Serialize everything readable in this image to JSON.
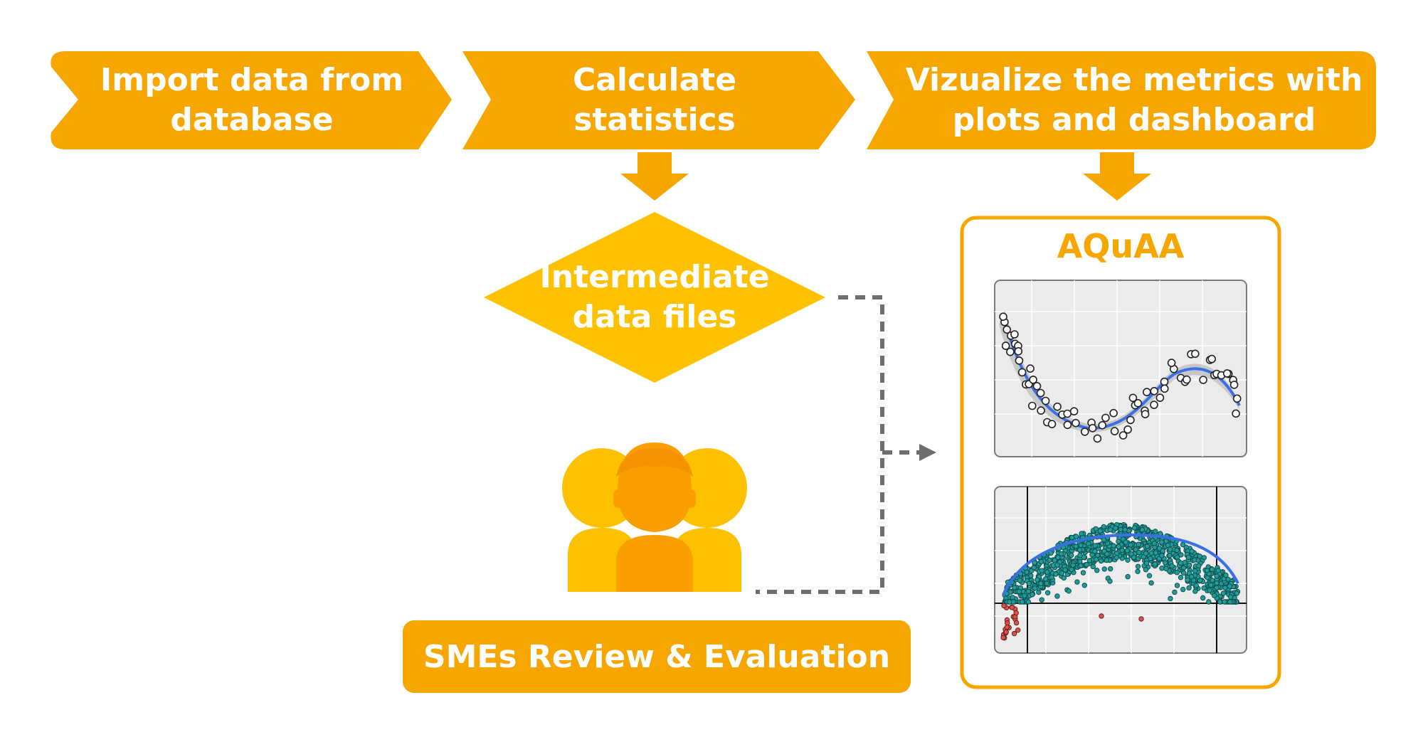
{
  "steps": [
    {
      "line1": "Import data from",
      "line2": "database"
    },
    {
      "line1": "Calculate",
      "line2": "statistics"
    },
    {
      "line1": "Vizualize the metrics with",
      "line2": "plots and dashboard"
    }
  ],
  "intermediate": {
    "line1": "Intermediate",
    "line2": "data files"
  },
  "review": {
    "label": "SMEs Review & Evaluation"
  },
  "dashboard": {
    "title": "AQuAA"
  },
  "colors": {
    "orange": "#f7a600",
    "yellow": "#fdc100",
    "dark_orange": "#fb9f00",
    "connector": "#6e6e6e",
    "plot_line": "#3a6fe6",
    "teal_points": "#1f9e9c",
    "red_points": "#d9534f"
  }
}
